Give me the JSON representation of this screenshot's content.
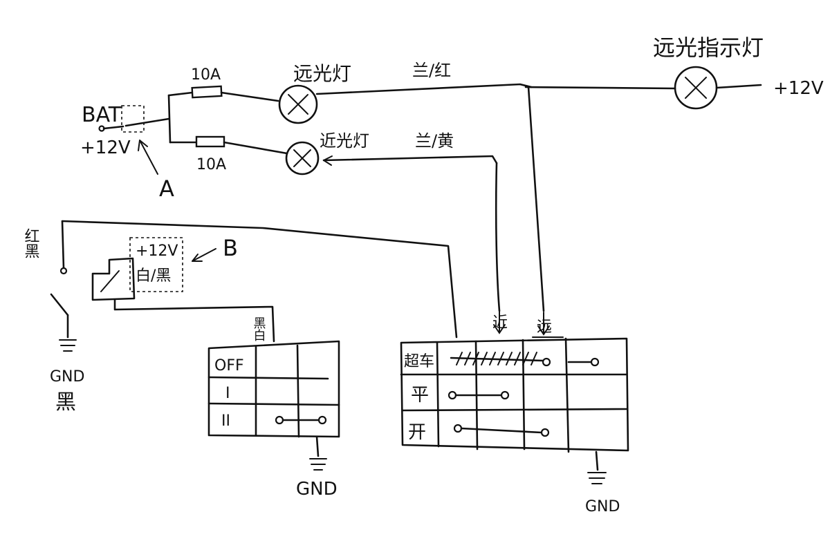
{
  "battery": {
    "label": "BAT",
    "voltage": "+12V"
  },
  "fuses": [
    {
      "rating": "10A"
    },
    {
      "rating": "10A"
    }
  ],
  "lamps": {
    "high_beam": "远光灯",
    "low_beam": "近光灯",
    "indicator": "远光指示灯",
    "indicator_supply": "+12V"
  },
  "wires": {
    "high_beam_wire": "兰/红",
    "low_beam_wire": "兰/黄",
    "relay_wire": "白/黑",
    "relay_supply": "+12V",
    "ignition_wire": "黑白",
    "left_wire": "红黑",
    "ground_color": "黑"
  },
  "callouts": {
    "a": "A",
    "b": "B"
  },
  "ignition_switch": {
    "rows": [
      "OFF",
      "I",
      "II"
    ]
  },
  "light_switch": {
    "rows": [
      "超车",
      "平",
      "开"
    ],
    "top_labels": [
      "近",
      "远"
    ]
  },
  "grounds": {
    "left": "GND",
    "ignition": "GND",
    "light": "GND"
  }
}
